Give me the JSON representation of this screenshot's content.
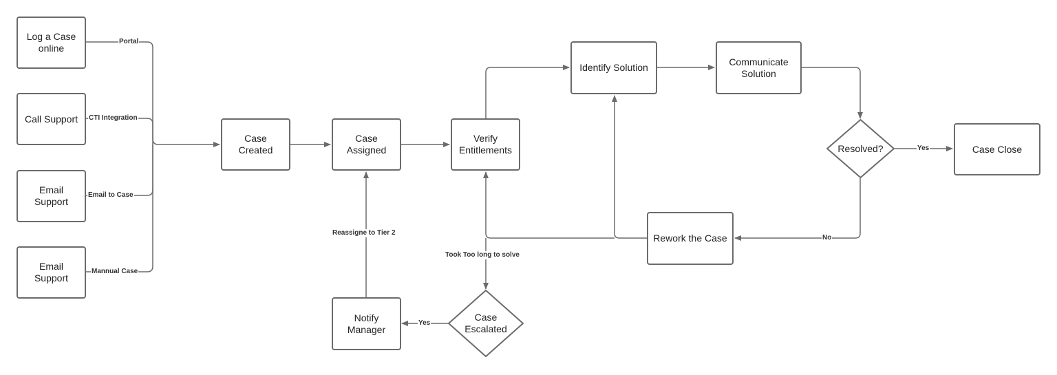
{
  "nodes": {
    "log_case_online": "Log a Case\nonline",
    "call_support": "Call Support",
    "email_support_1": "Email\nSupport",
    "email_support_2": "Email\nSupport",
    "case_created": "Case\nCreated",
    "case_assigned": "Case\nAssigned",
    "verify_entitlements": "Verify\nEntitlements",
    "identify_solution": "Identify Solution",
    "communicate_solution": "Communicate\nSolution",
    "resolved": "Resolved?",
    "case_close": "Case Close",
    "rework_case": "Rework the Case",
    "case_escalated": "Case\nEscalated",
    "notify_manager": "Notify\nManager"
  },
  "edge_labels": {
    "portal": "Portal",
    "cti_integration": "CTI Integration",
    "email_to_case": "Email to Case",
    "mannual_case": "Mannual Case",
    "yes_close": "Yes",
    "no_rework": "No",
    "reassign_tier2": "Reassigne to Tier 2",
    "took_too_long": "Took Too long to solve",
    "yes_notify": "Yes"
  },
  "colors": {
    "stroke": "#6b6b6b",
    "text": "#222222",
    "background": "#ffffff"
  }
}
